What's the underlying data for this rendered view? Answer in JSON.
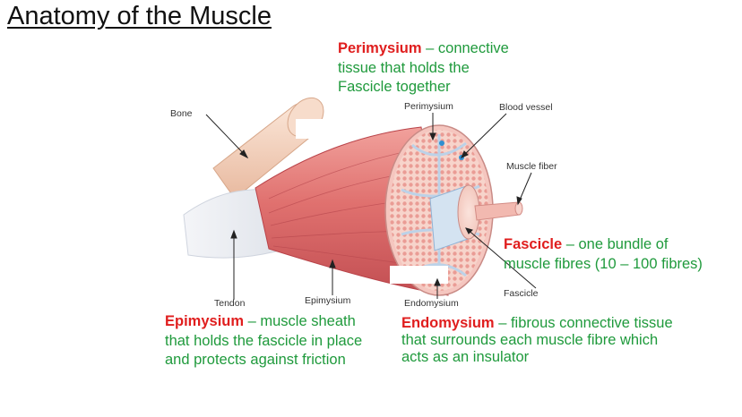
{
  "title": "Anatomy of the Muscle",
  "notes": {
    "perimysium": {
      "term": "Perimysium",
      "sep": " – ",
      "lines": [
        "connective",
        "tissue that holds the",
        "Fascicle together"
      ]
    },
    "fascicle": {
      "term": "Fascicle",
      "sep": " – ",
      "lines": [
        "one bundle of",
        "muscle fibres (10 – 100 fibres)"
      ]
    },
    "epimysium": {
      "term": "Epimysium",
      "sep": " – ",
      "lines": [
        "muscle sheath",
        "that holds the fascicle in place",
        "and protects against friction"
      ]
    },
    "endomysium": {
      "term": "Endomysium",
      "sep": " – ",
      "lines": [
        "fibrous connective tissue",
        "that surrounds each muscle fibre which",
        "acts as an insulator"
      ]
    }
  },
  "labels": {
    "bone": "Bone",
    "perimysium": "Perimysium",
    "blood_vessel": "Blood vessel",
    "muscle_fiber": "Muscle fiber",
    "fascicle": "Fascicle",
    "tendon": "Tendon",
    "epimysium": "Epimysium",
    "endomysium": "Endomysium"
  },
  "colors": {
    "term": "#e01e1e",
    "definition": "#1f9a3c",
    "muscle": "#e0716f",
    "tendon": "#eef0f4",
    "bone": "#f3d2bd"
  }
}
